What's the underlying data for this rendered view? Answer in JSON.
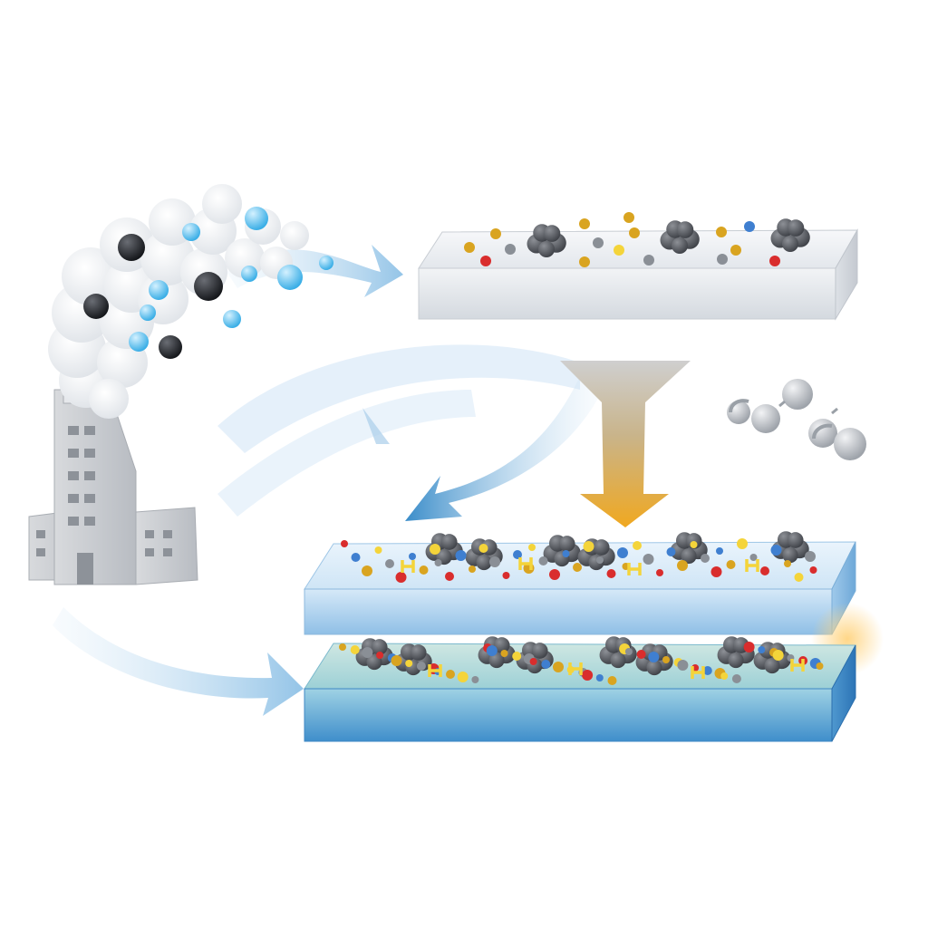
{
  "diagram": {
    "title": "",
    "stages": [
      {
        "id": "emission-source",
        "label": ""
      },
      {
        "id": "untreated-plate",
        "label": ""
      },
      {
        "id": "treated-plate-upper",
        "label": ""
      },
      {
        "id": "treated-plate-lower",
        "label": ""
      }
    ],
    "arrows": [
      {
        "id": "smoke-to-plate-arrow",
        "color": "#9cc8e8"
      },
      {
        "id": "processing-arrow",
        "color": "#e9a92e"
      },
      {
        "id": "return-flow-arrow",
        "color": "#2f86c6"
      },
      {
        "id": "factory-to-lower-plate-arrow",
        "color": "#2f86c6"
      }
    ],
    "colors": {
      "plate_white": "#eef1f4",
      "plate_blue": "#b9d8f0",
      "plate_teal": "#5aa8d6",
      "clump": "#55585e",
      "particle_red": "#d92d2d",
      "particle_blue": "#3f7fd0",
      "particle_gold": "#d9a420",
      "particle_yellow": "#f4d43a",
      "pollutant_black": "#1d1f24",
      "pollutant_blue": "#5fc2ee",
      "molecule_gray": "#c9ccd1",
      "factory_gray": "#c4c7cc"
    },
    "icons": [
      "factory-icon",
      "smoke-plume-icon",
      "gas-molecule-icon"
    ]
  }
}
